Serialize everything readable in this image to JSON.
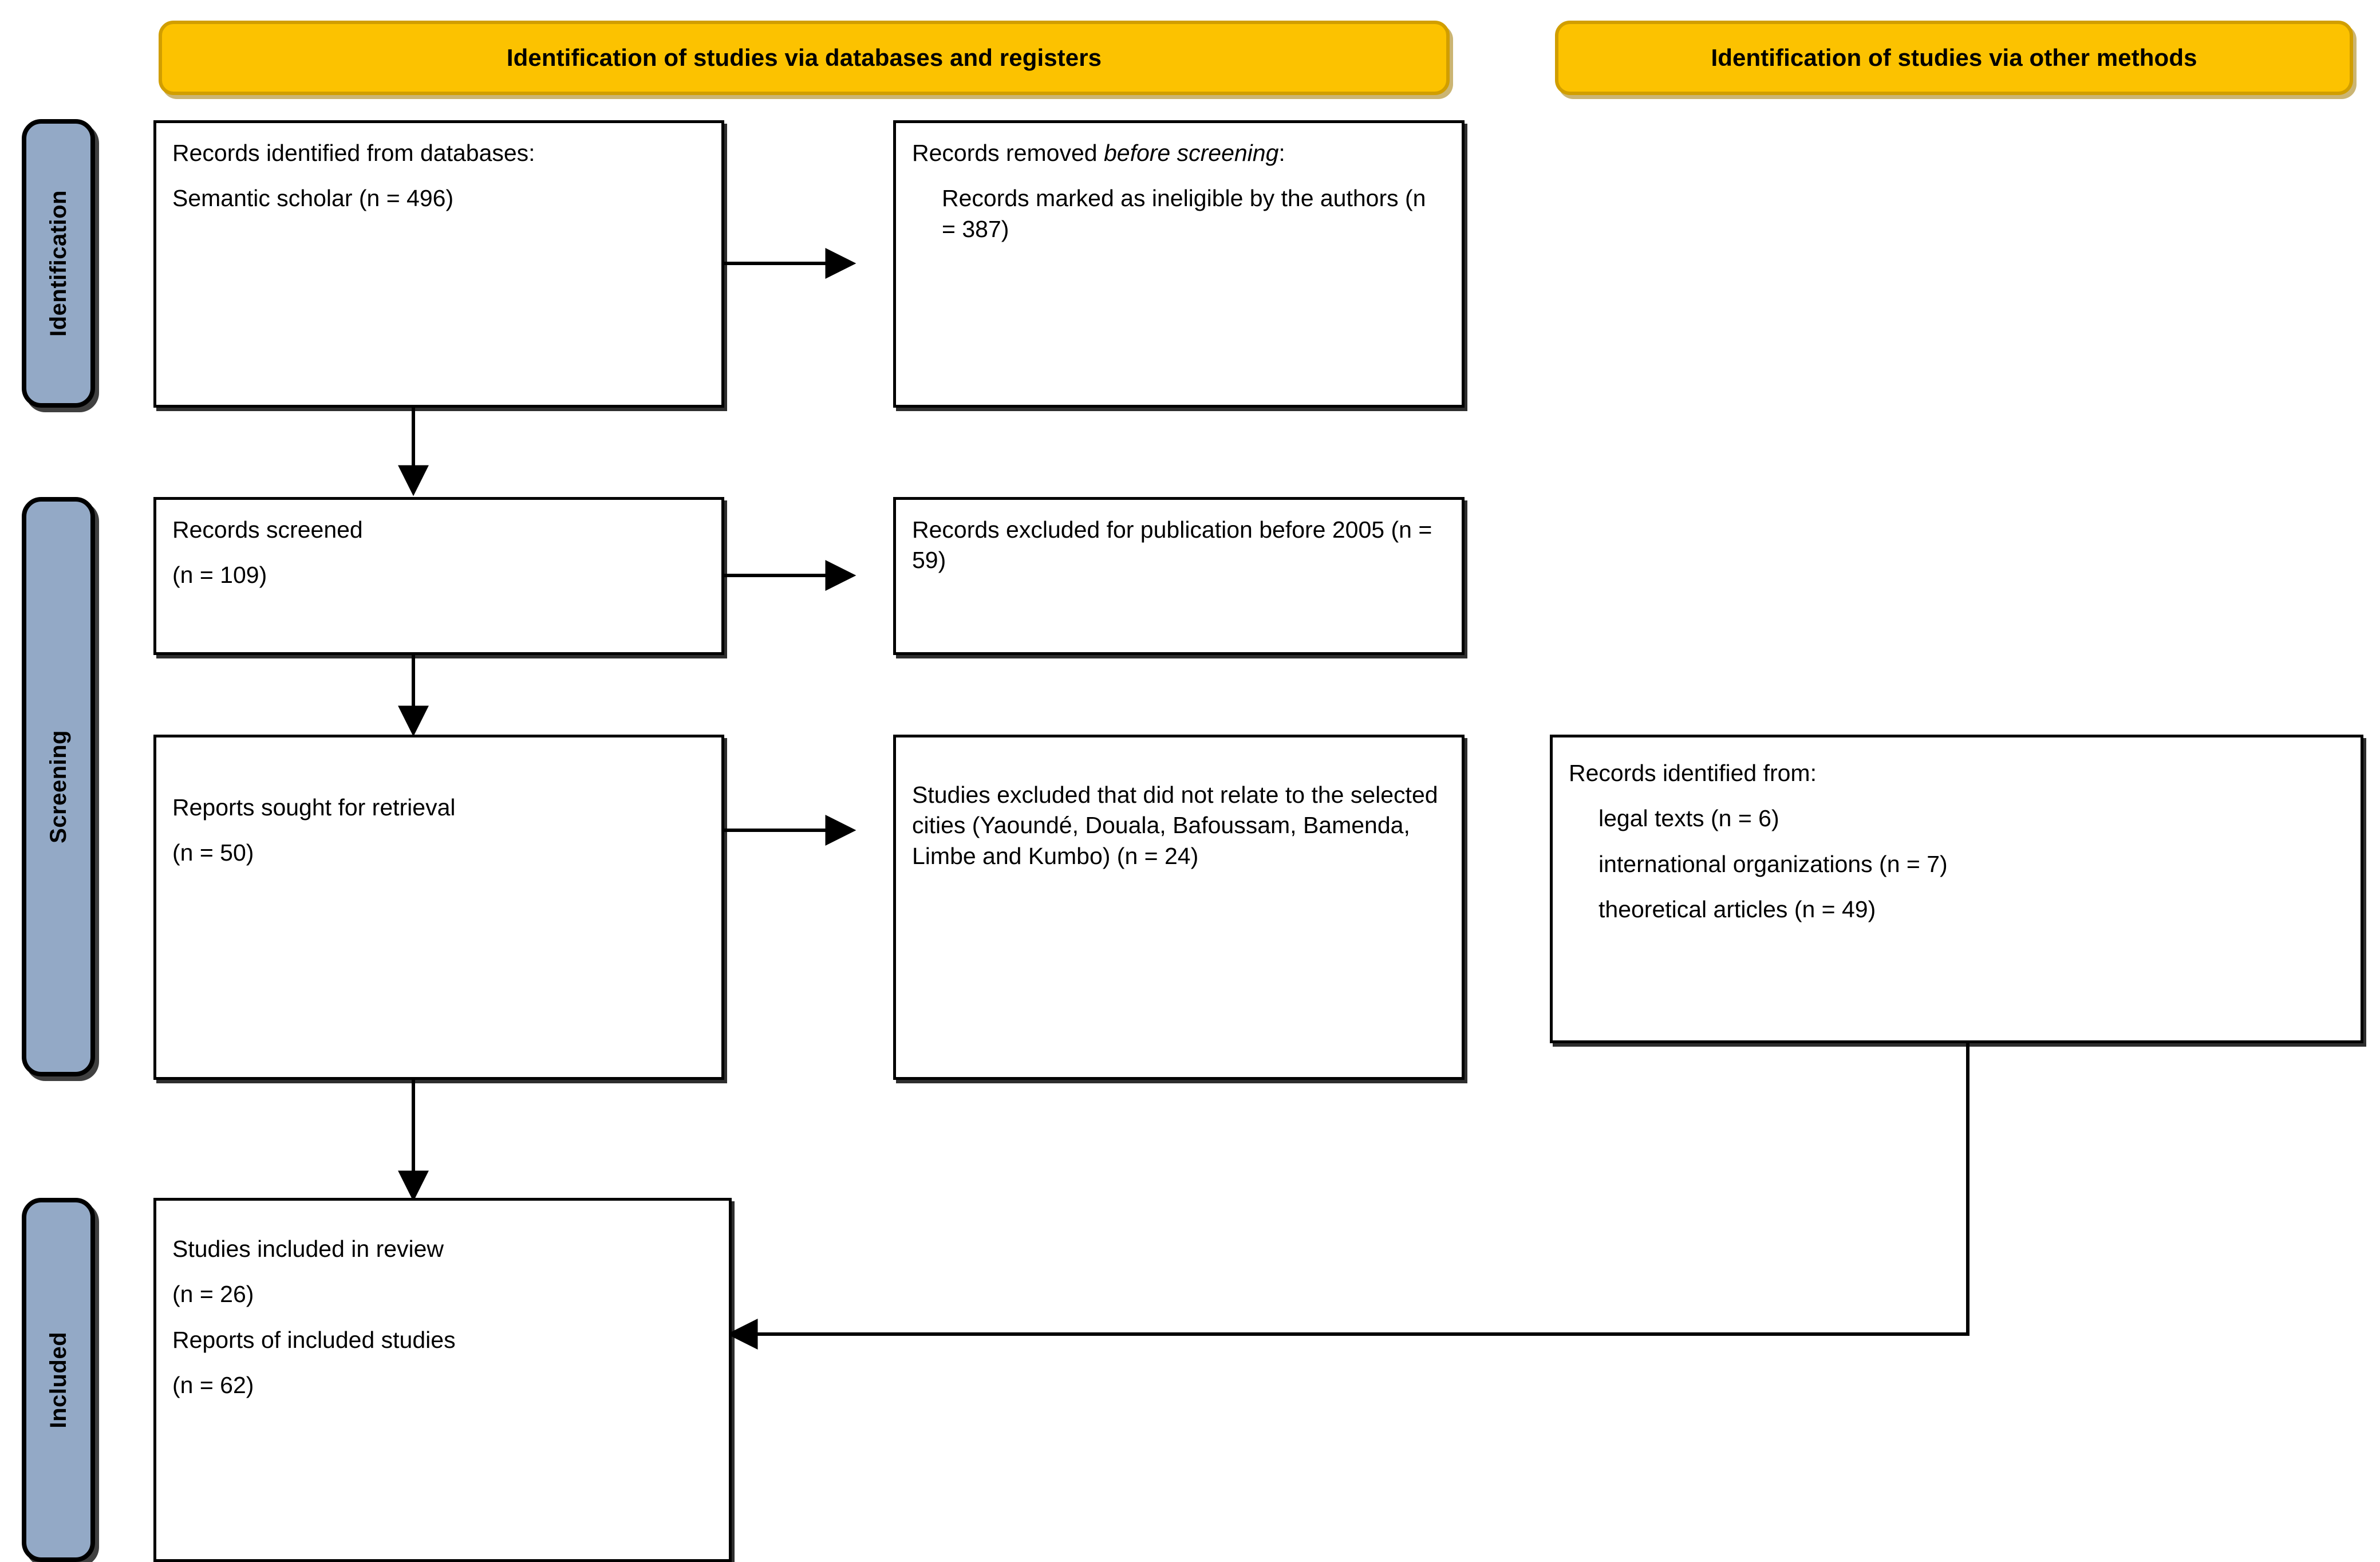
{
  "diagram": {
    "type": "prisma-flow-diagram",
    "colors": {
      "header_fill": "#FCC200",
      "header_border": "#D19E00",
      "phase_label_fill": "#93A9C6",
      "box_border": "#000000",
      "background": "#FFFFFF"
    }
  },
  "headers": {
    "databases": "Identification of studies via databases and registers",
    "other_methods": "Identification of studies via other methods"
  },
  "phases": [
    {
      "id": "identification",
      "label": "Identification"
    },
    {
      "id": "screening",
      "label": "Screening"
    },
    {
      "id": "included",
      "label": "Included"
    }
  ],
  "boxes": {
    "records_identified": {
      "line1": "Records identified from databases:",
      "line2": "Semantic scholar (n = 496)"
    },
    "records_removed": {
      "line1_pre": "Records removed ",
      "line1_em": "before screening",
      "line1_post": ":",
      "line2": "Records marked as ineligible by the authors (n = 387)"
    },
    "records_screened": {
      "line1": "Records screened",
      "line2": "(n = 109)"
    },
    "records_excluded": {
      "line1": "Records excluded for publication before 2005 (n = 59)"
    },
    "reports_sought": {
      "line1": "Reports sought for retrieval",
      "line2": "(n = 50)"
    },
    "studies_excluded": {
      "line1": "Studies excluded that did not relate to the selected cities (Yaoundé, Douala, Bafoussam, Bamenda, Limbe and Kumbo) (n = 24)"
    },
    "other_records_identified": {
      "line1": "Records identified from:",
      "line2": "legal texts (n = 6)",
      "line3": "international organizations (n = 7)",
      "line4": "theoretical articles (n = 49)"
    },
    "studies_included": {
      "line1": "Studies included in review",
      "line2": "(n = 26)",
      "line3": "Reports of included studies",
      "line4": "(n = 62)"
    }
  },
  "counts": {
    "semantic_scholar": 496,
    "marked_ineligible": 387,
    "records_screened": 109,
    "excluded_before_2005": 59,
    "reports_sought": 50,
    "excluded_not_selected_cities": 24,
    "legal_texts": 6,
    "international_organizations": 7,
    "theoretical_articles": 49,
    "studies_included": 26,
    "reports_of_included_studies": 62
  }
}
